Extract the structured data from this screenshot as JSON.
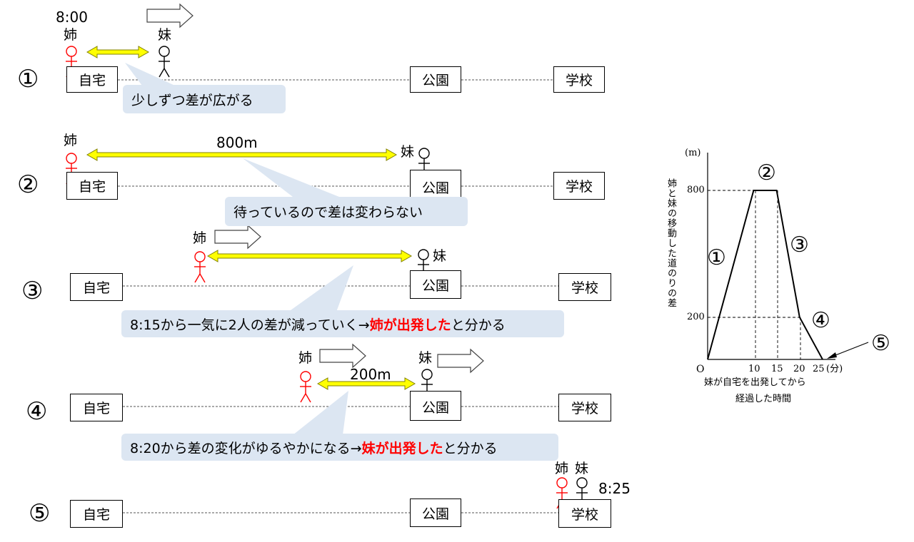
{
  "places": {
    "home": "自宅",
    "park": "公園",
    "school": "学校"
  },
  "people": {
    "ane": "姉",
    "imouto": "妹"
  },
  "times": {
    "start": "8:00",
    "end": "8:25"
  },
  "distances": {
    "d800": "800m",
    "d200": "200m"
  },
  "steps": [
    {
      "marker": "①",
      "note": "少しずつ差が広がる"
    },
    {
      "marker": "②",
      "note": "待っているので差は変わらない"
    },
    {
      "marker": "③",
      "note_pre": "8:15から一気に2人の差が減っていく→",
      "note_red": "姉が出発した",
      "note_post": "と分かる"
    },
    {
      "marker": "④",
      "note_pre": "8:20から差の変化がゆるやかになる→",
      "note_red": "妹が出発した",
      "note_post": "と分かる"
    },
    {
      "marker": "⑤"
    }
  ],
  "graph": {
    "y_unit": "(m)",
    "y_label": "姉と妹の移動した道のりの差",
    "y_ticks": [
      "800",
      "200"
    ],
    "x_origin": "O",
    "x_ticks": [
      "10",
      "15",
      "20",
      "25"
    ],
    "x_unit": "(分)",
    "x_label_line1": "妹が自宅を出発してから",
    "x_label_line2": "経過した時間",
    "markers": [
      "①",
      "②",
      "③",
      "④",
      "⑤"
    ],
    "chart_data": {
      "type": "line",
      "x": [
        0,
        10,
        15,
        20,
        25
      ],
      "y": [
        0,
        800,
        800,
        200,
        0
      ],
      "xlabel": "妹が自宅を出発してから経過した時間",
      "ylabel": "姉と妹の移動した道のりの差"
    }
  },
  "colors": {
    "ane": "#ff0000",
    "imouto": "#000000",
    "arrow_fill": "#ffff00",
    "bubble": "#dce6f2",
    "highlight": "#ff0000"
  }
}
